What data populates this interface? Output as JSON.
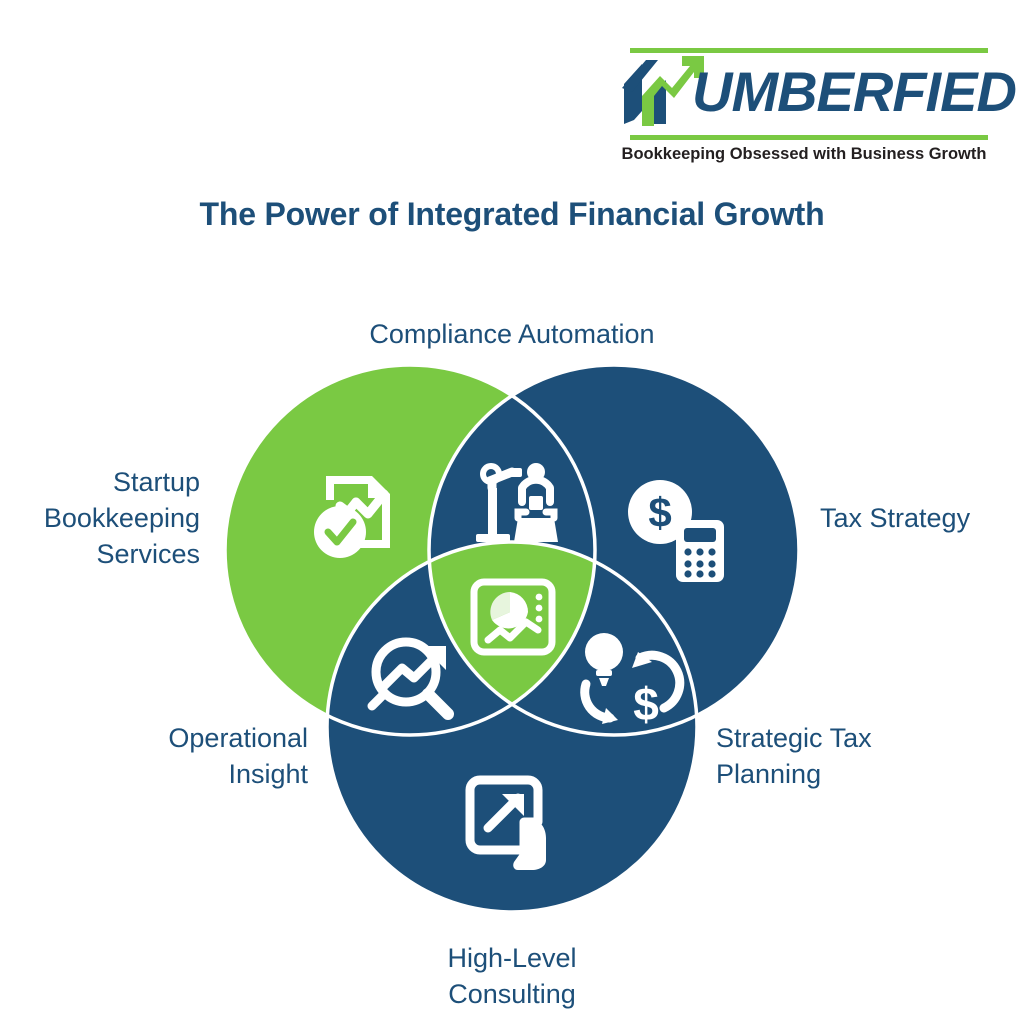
{
  "brand": {
    "logo_wordmark": "UMBERFIED",
    "logo_mark_icon": "n-growth-arrow-icon",
    "tagline": "Bookkeeping Obsessed with Business Growth",
    "colors": {
      "green": "#7AC943",
      "dark_blue": "#1D4F79",
      "white": "#FFFFFF",
      "tagline_black": "#231F20"
    }
  },
  "header": {
    "title": "The Power of Integrated Financial Growth"
  },
  "chart_data": {
    "type": "venn",
    "title": "The Power of Integrated Financial Growth",
    "set_count": 3,
    "sets": [
      {
        "id": "startup-bookkeeping-services",
        "label": "Startup\nBookkeeping\nServices",
        "fill": "#7AC943",
        "position": "left",
        "center": [
          410,
          550
        ],
        "radius": 185,
        "icon": "document-trendline-check-icon"
      },
      {
        "id": "tax-strategy",
        "label": "Tax Strategy",
        "fill": "#1D4F79",
        "position": "right",
        "center": [
          614,
          550
        ],
        "radius": 185,
        "icon": "dollar-coin-calculator-icon"
      },
      {
        "id": "high-level-consulting",
        "label": "High-Level\nConsulting",
        "fill": "#1D4F79",
        "position": "bottom",
        "center": [
          512,
          727
        ],
        "radius": 185,
        "icon": "tablet-growth-arrow-hand-icon"
      }
    ],
    "intersections": [
      {
        "id": "compliance-automation",
        "label": "Compliance Automation",
        "sets": [
          "startup-bookkeeping-services",
          "tax-strategy"
        ],
        "fill": "#1D4F79",
        "label_position": "top",
        "icon": "robotic-arm-automation-icon"
      },
      {
        "id": "operational-insight",
        "label": "Operational\nInsight",
        "sets": [
          "startup-bookkeeping-services",
          "high-level-consulting"
        ],
        "fill": "#1D4F79",
        "label_position": "bottom-left",
        "icon": "magnifier-trend-arrow-icon"
      },
      {
        "id": "strategic-tax-planning",
        "label": "Strategic Tax\nPlanning",
        "sets": [
          "tax-strategy",
          "high-level-consulting"
        ],
        "fill": "#1D4F79",
        "label_position": "bottom-right",
        "icon": "lightbulb-dollar-cycle-icon"
      },
      {
        "id": "integrated-financial-growth-core",
        "label": "",
        "sets": [
          "startup-bookkeeping-services",
          "tax-strategy",
          "high-level-consulting"
        ],
        "fill": "#7AC943",
        "label_position": "center",
        "icon": "dashboard-pie-trend-icon"
      }
    ],
    "grid": false,
    "legend": "none"
  }
}
